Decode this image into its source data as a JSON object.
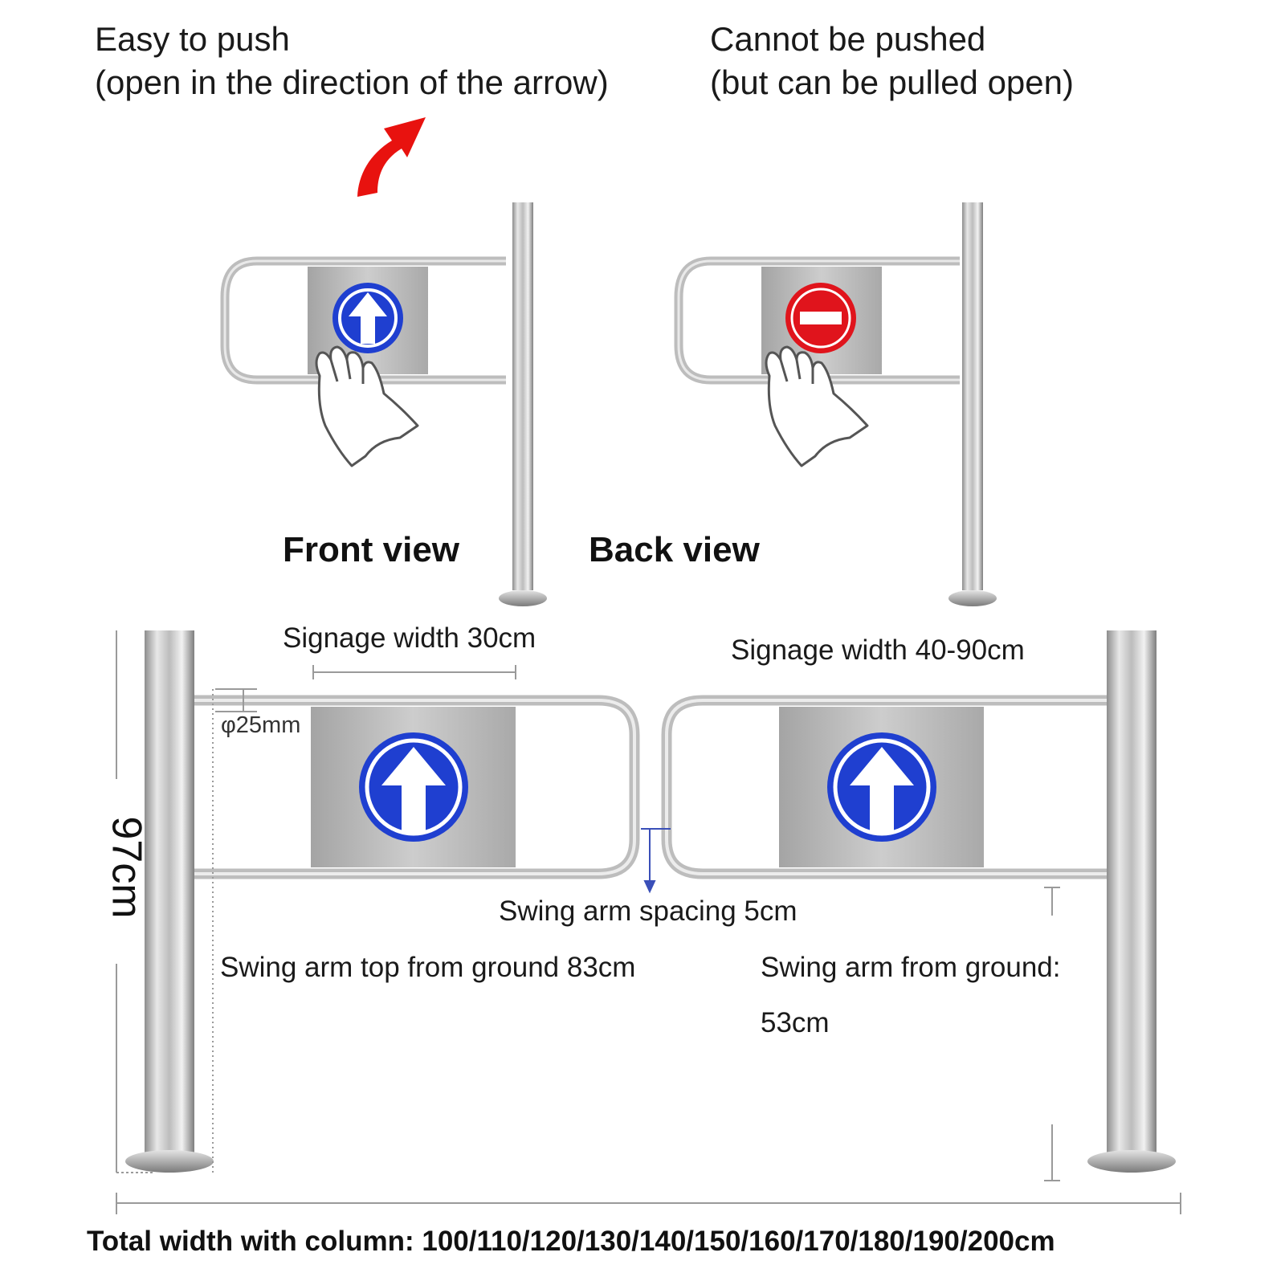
{
  "front": {
    "caption_line1": "Easy to push",
    "caption_line2": "(open in the direction of the arrow)",
    "view_label": "Front view",
    "sign": "arrow-up-icon"
  },
  "back": {
    "caption_line1": "Cannot be pushed",
    "caption_line2": "(but can be pulled open)",
    "view_label": "Back view",
    "sign": "no-entry-icon"
  },
  "dimensions": {
    "signage_left": "Signage width 30cm",
    "signage_right": "Signage width 40-90cm",
    "tube_diameter": "φ25mm",
    "height": "97cm",
    "arm_spacing": "Swing arm spacing 5cm",
    "arm_top": "Swing arm top from ground 83cm",
    "arm_ground_line1": "Swing arm from ground:",
    "arm_ground_line2": "53cm",
    "total_width": "Total width with column: 100/110/120/130/140/150/160/170/180/190/200cm"
  },
  "colors": {
    "steel": "#b9b9b9",
    "sign_blue": "#1f3fd0",
    "sign_red": "#e0141c",
    "push_arrow": "#e8120f"
  }
}
